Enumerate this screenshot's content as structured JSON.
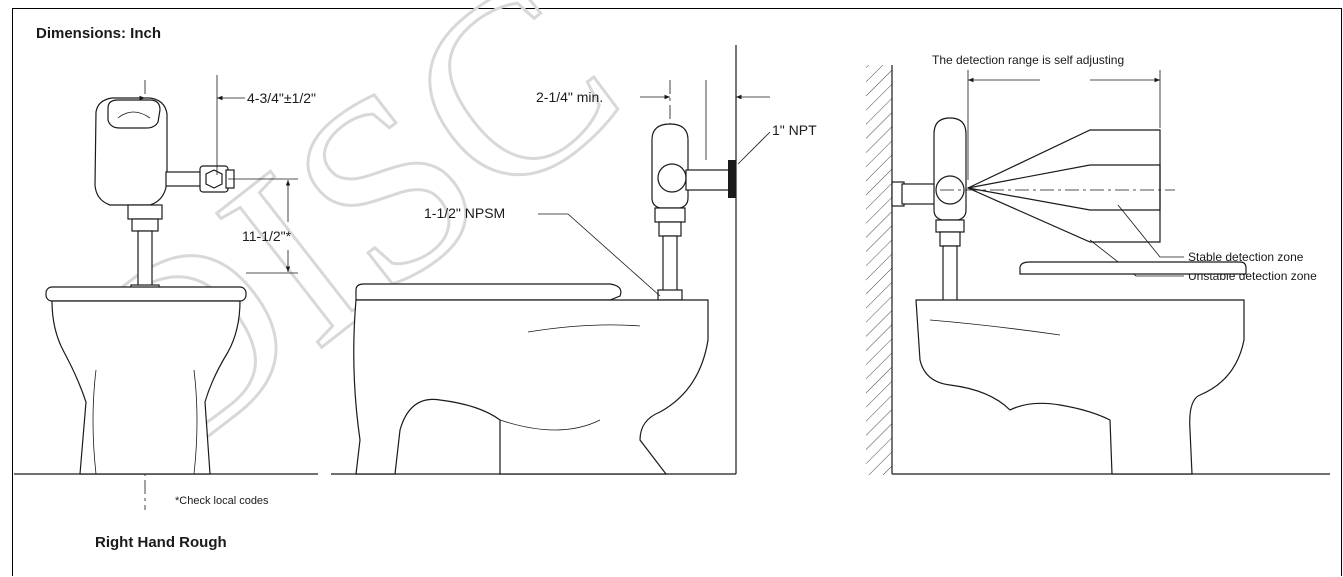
{
  "header": {
    "units_title": "Dimensions: Inch"
  },
  "left_view": {
    "dim_horizontal": "4-3/4\"±1/2\"",
    "dim_vertical": "11-1/2\"*",
    "footnote": "*Check local codes",
    "caption": "Right Hand Rough"
  },
  "middle_view": {
    "dim_wall": "2-1/4\" min.",
    "inlet_label": "1\" NPT",
    "spud_label": "1-1/2\" NPSM"
  },
  "right_view": {
    "range_note": "The detection range is self adjusting",
    "stable_zone": "Stable detection zone",
    "unstable_zone": "Unstable detection zone"
  },
  "watermark": {
    "text": "DISC"
  }
}
